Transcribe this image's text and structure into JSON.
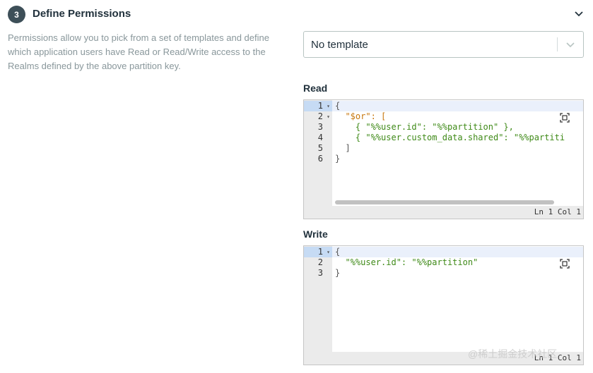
{
  "section": {
    "step_number": "3",
    "title": "Define Permissions",
    "description": "Permissions allow you to pick from a set of templates and define which application users have Read or Read/Write access to the Realms defined by the above partition key."
  },
  "template_select": {
    "value": "No template"
  },
  "read_editor": {
    "label": "Read",
    "line_numbers": [
      "1",
      "2",
      "3",
      "4",
      "5",
      "6"
    ],
    "lines": [
      "{",
      "  \"$or\": [",
      "    { \"%%user.id\": \"%%partition\" },",
      "    { \"%%user.custom_data.shared\": \"%%partiti",
      "  ]",
      "}"
    ],
    "status": "Ln 1 Col 1"
  },
  "write_editor": {
    "label": "Write",
    "line_numbers": [
      "1",
      "2",
      "3"
    ],
    "lines": [
      "{",
      "  \"%%user.id\": \"%%partition\"",
      "}"
    ],
    "status": "Ln 1 Col 1"
  },
  "watermark": "@稀土掘金技术社区",
  "icons": {
    "collapse": "chevron-down-icon",
    "select": "chevron-down-icon",
    "expand": "fullscreen-icon"
  }
}
